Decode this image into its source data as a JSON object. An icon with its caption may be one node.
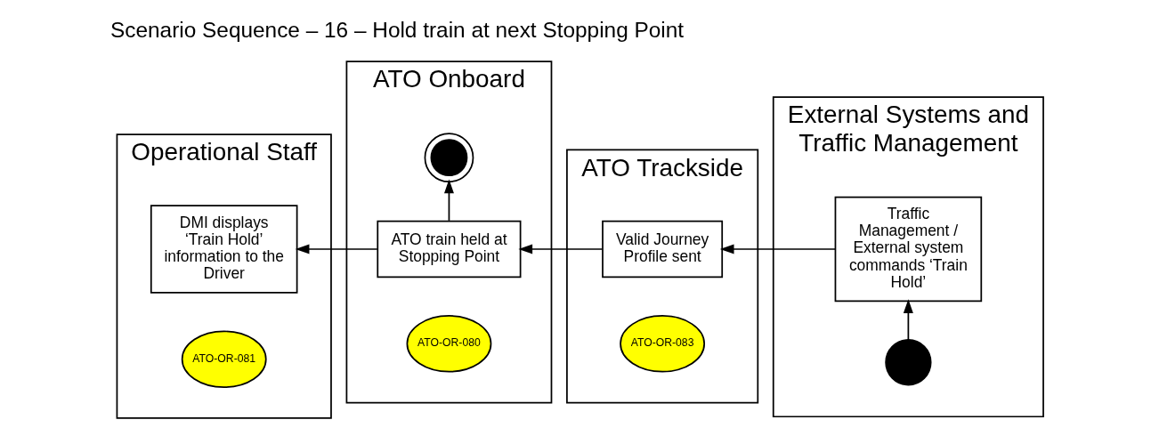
{
  "diagram": {
    "title": "Scenario Sequence – 16 – Hold train at next Stopping Point",
    "nodes": [
      {
        "text": [
          "Operational Staff"
        ]
      },
      {
        "text": [
          "ATO Onboard"
        ]
      },
      {
        "text": [
          "ATO Trackside"
        ]
      },
      {
        "text": [
          "External Systems and Traffic Management"
        ]
      },
      {
        "text": [],
        "shape": "circle",
        "in": 3
      },
      {
        "text": [
          "DMI displays ‘Train Hold’ information to the Driver"
        ],
        "in": 0
      },
      {
        "text": [
          "ATO-OR-081"
        ],
        "in": 0
      },
      {
        "text": [
          "ATO train held at Stopping Point"
        ],
        "in": 1
      },
      {
        "text": [
          "ATO-OR-080"
        ],
        "in": 1
      },
      {
        "text": [
          "Valid Journey Profile sent"
        ],
        "in": 2
      },
      {
        "text": [
          "ATO-OR-083"
        ],
        "in": 2
      },
      {
        "text": [
          "Traffic Management / External system commands ‘Train Hold’"
        ],
        "in": 3
      },
      {
        "text": [],
        "shape": "circle",
        "in": 1
      }
    ],
    "edges": [
      {
        "from": 4,
        "to": 11,
        "arrow": "to"
      },
      {
        "from": 11,
        "to": 9,
        "arrow": "to"
      },
      {
        "from": 9,
        "to": 7,
        "arrow": "to"
      },
      {
        "from": 7,
        "to": 5,
        "arrow": "to"
      },
      {
        "from": 7,
        "to": 12,
        "arrow": "to"
      }
    ]
  }
}
